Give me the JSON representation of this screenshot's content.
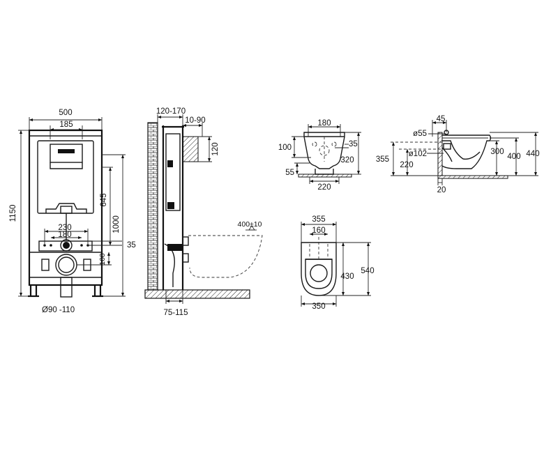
{
  "frame_front": {
    "width": "500",
    "top_inner": "185",
    "height": "1150",
    "right_inner": "1000",
    "mid": "645",
    "bolt_outer": "230",
    "bolt_inner": "180",
    "small_right": "35",
    "lower": "100",
    "pipe": "Ø90 -110"
  },
  "frame_side": {
    "depth": "120-170",
    "offset": "10-90",
    "flush_h": "120",
    "bottom": "75-115",
    "height_ref": "400±10"
  },
  "bowl_front": {
    "width_top": "180",
    "left_h": "100",
    "right_small": "35",
    "right_h": "320",
    "base_h": "55",
    "base_w": "220"
  },
  "bowl_side": {
    "top": "45",
    "pipe_d": "ø55",
    "outlet_d": "ø102",
    "h1": "355",
    "h2": "220",
    "h3": "300",
    "h4": "400",
    "h5": "440",
    "bottom": "20"
  },
  "bowl_top": {
    "w_outer": "355",
    "w_inner": "160",
    "len_inner": "430",
    "len_outer": "540",
    "bottom_w": "350"
  }
}
